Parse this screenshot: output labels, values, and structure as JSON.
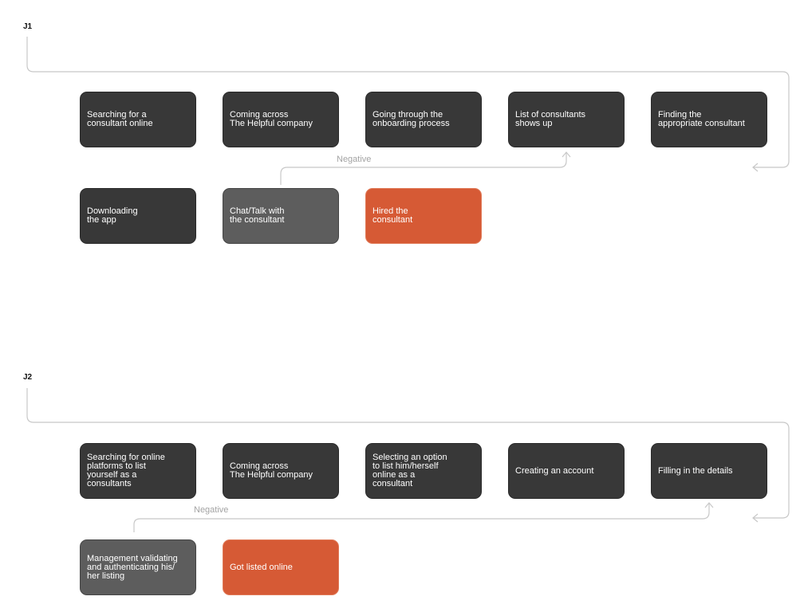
{
  "colors": {
    "step": "#383838",
    "negative_step": "#5d5d5d",
    "outcome": "#d65a35",
    "connector": "#c8c8c8",
    "negative_label": "#a3a3a3"
  },
  "journeys": [
    {
      "label": "J1",
      "row1": [
        "Searching for a\nconsultant online",
        "Coming across\nThe Helpful company",
        "Going through the\nonboarding process",
        "List of consultants\nshows up",
        "Finding the\nappropriate consultant"
      ],
      "row2": [
        "Downloading\nthe app",
        "Chat/Talk with\nthe consultant",
        "Hired the\nconsultant"
      ],
      "negative_label": "Negative"
    },
    {
      "label": "J2",
      "row1": [
        "Searching for online\nplatforms to list\nyourself as a\nconsultants",
        "Coming across\nThe Helpful company",
        "Selecting an option\nto list him/herself\nonline as a\nconsultant",
        "Creating an account",
        "Filling in the details"
      ],
      "row2": [
        "Management validating\nand authenticating his/\nher listing",
        "Got listed online"
      ],
      "negative_label": "Negative"
    }
  ]
}
